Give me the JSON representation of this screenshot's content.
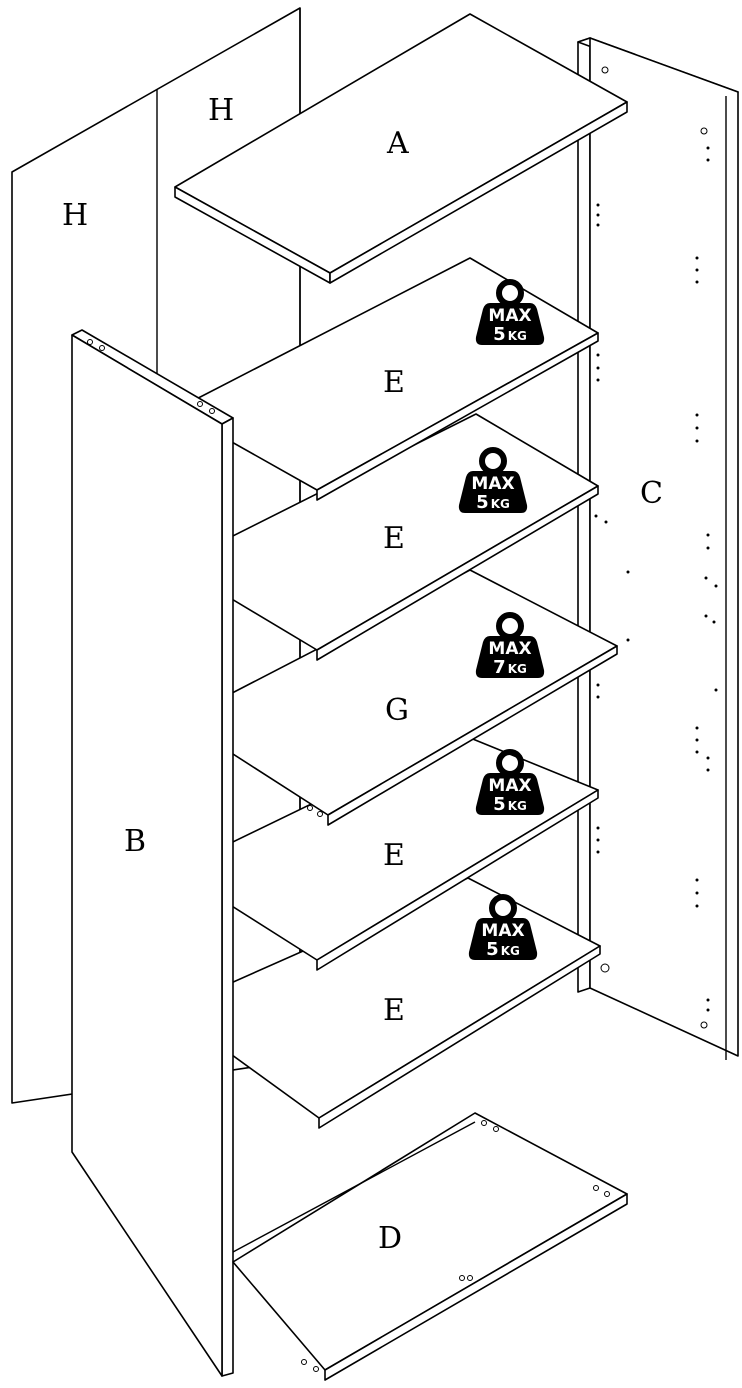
{
  "panels": {
    "back_left": "H",
    "back_right": "H",
    "top": "A",
    "side_left": "B",
    "side_right": "C",
    "bottom": "D",
    "shelf_1": "E",
    "shelf_2": "E",
    "shelf_3": "G",
    "shelf_4": "E",
    "shelf_5": "E"
  },
  "weights": [
    {
      "line1": "MAX",
      "value": "5",
      "unit": "KG"
    },
    {
      "line1": "MAX",
      "value": "5",
      "unit": "KG"
    },
    {
      "line1": "MAX",
      "value": "7",
      "unit": "KG"
    },
    {
      "line1": "MAX",
      "value": "5",
      "unit": "KG"
    },
    {
      "line1": "MAX",
      "value": "5",
      "unit": "KG"
    }
  ]
}
